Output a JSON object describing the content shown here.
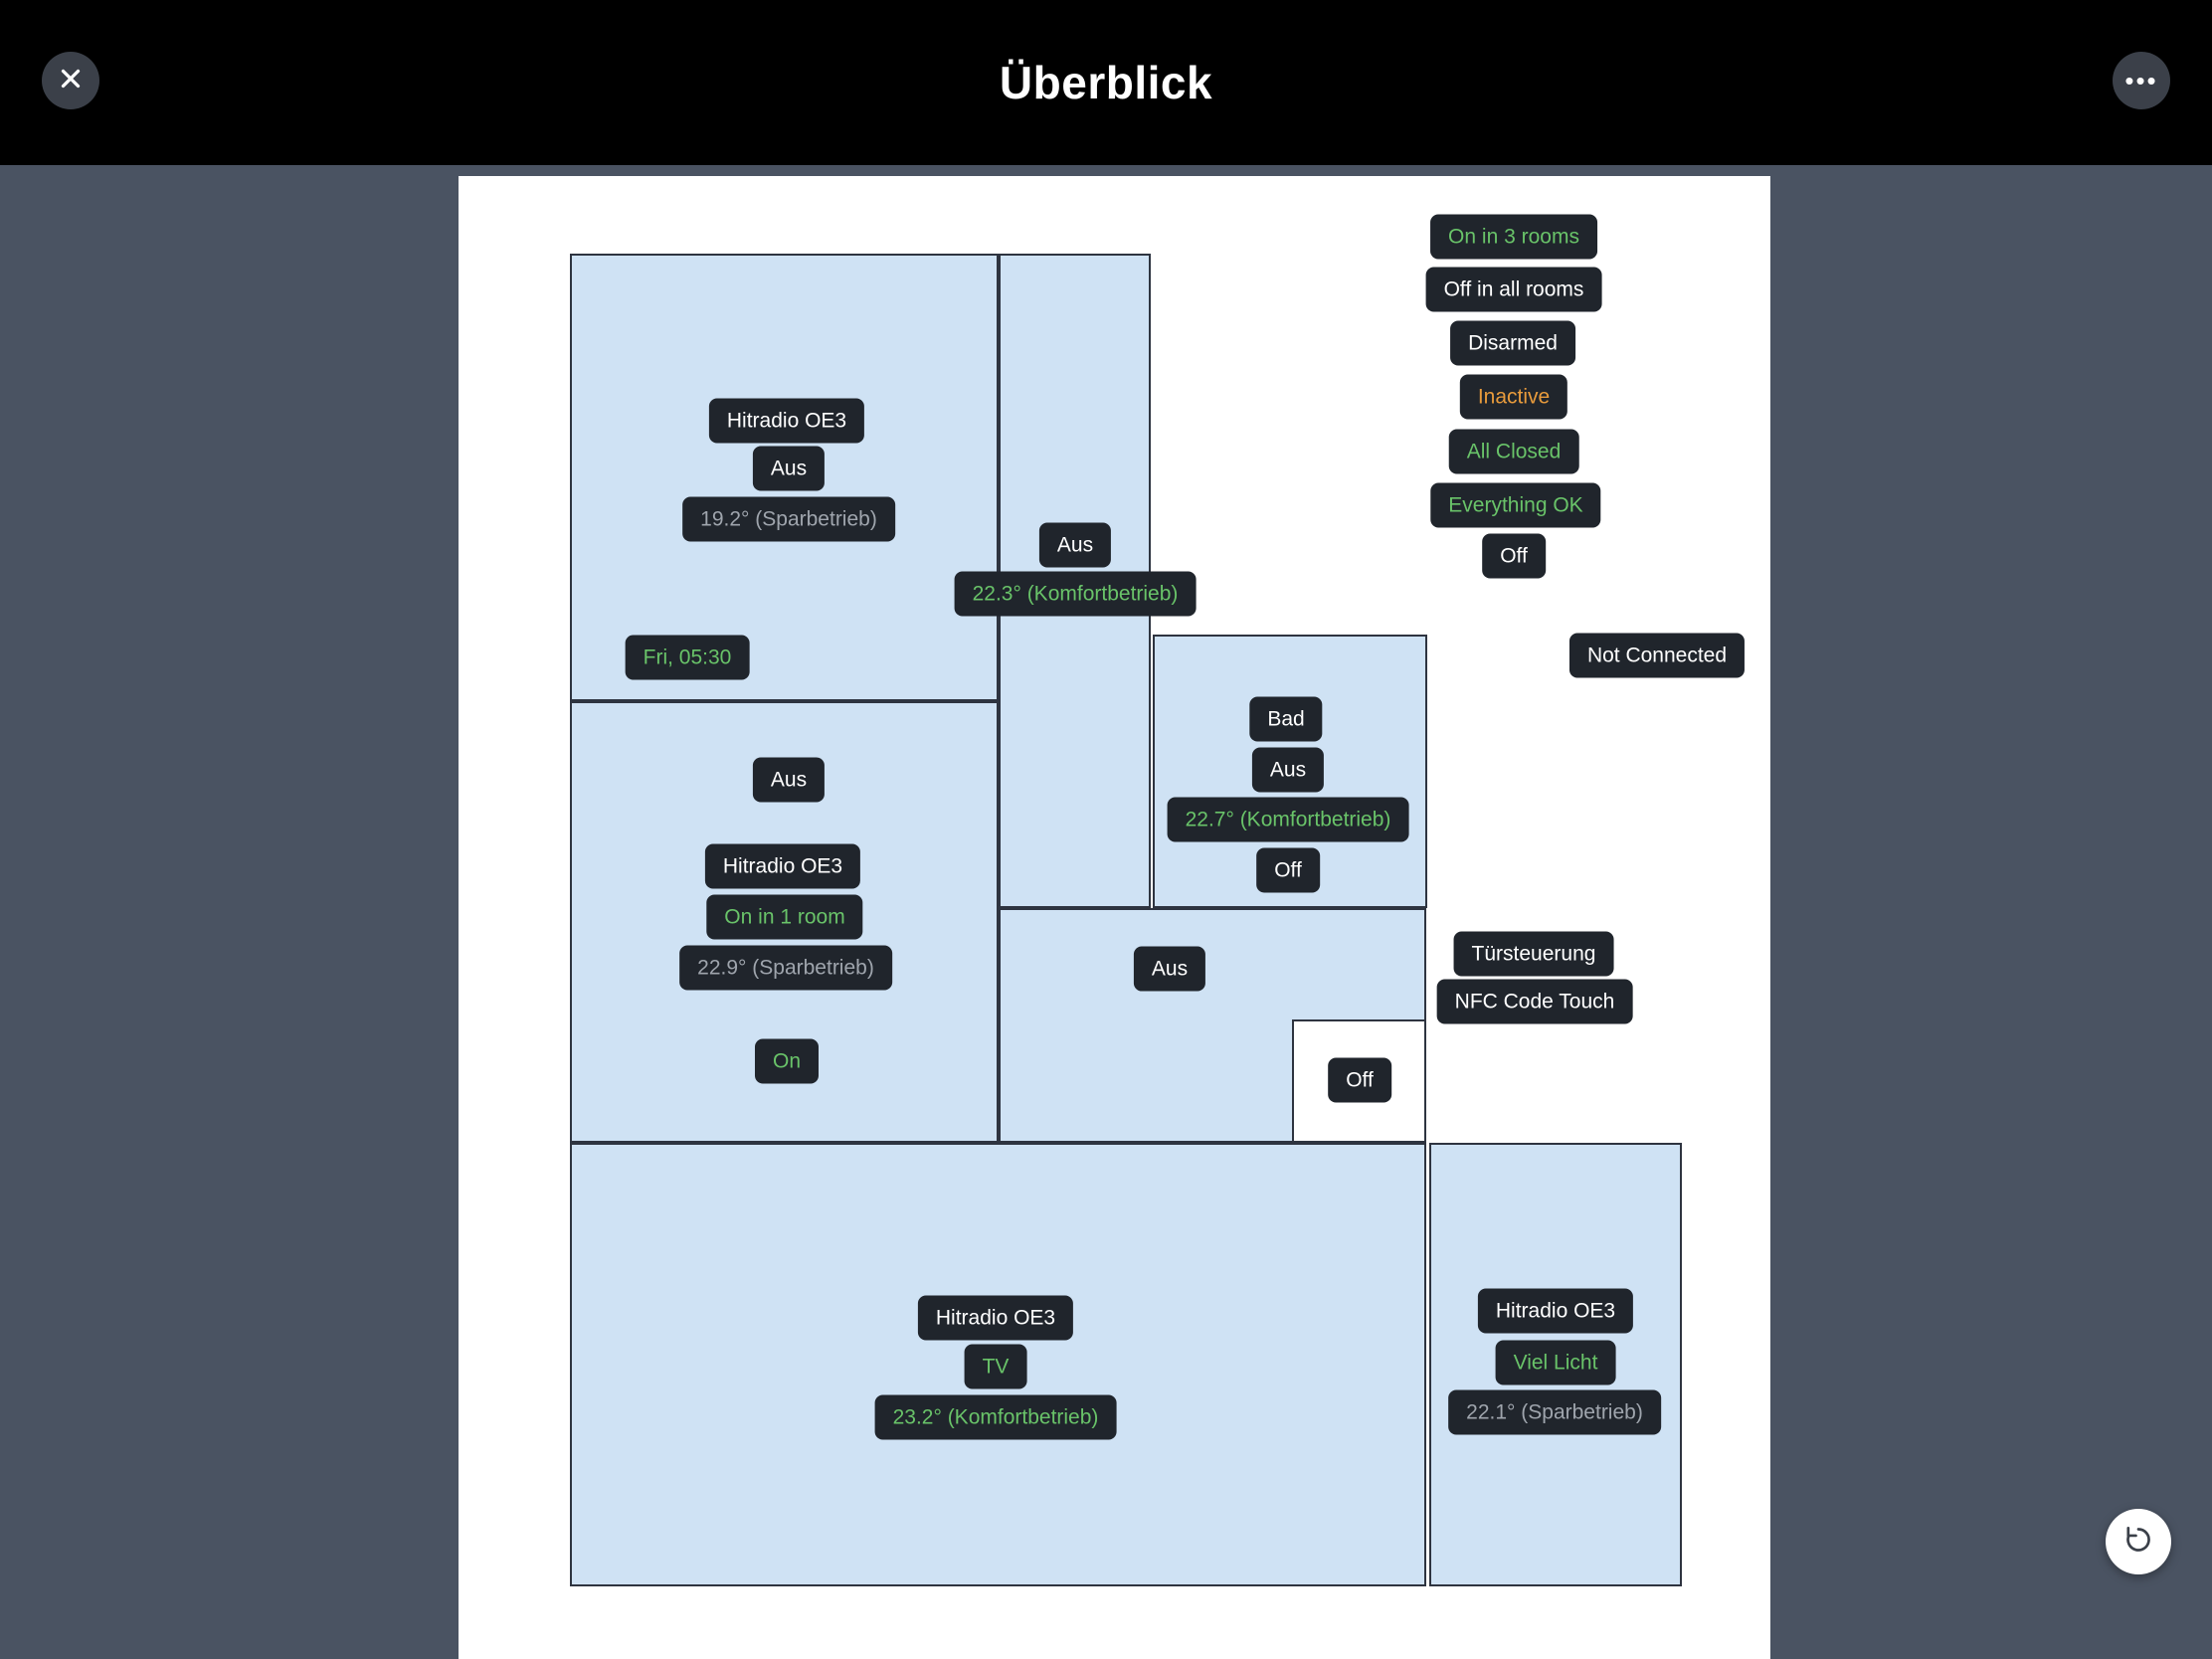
{
  "colors": {
    "header_bg": "#000000",
    "page_bg": "#4A5362",
    "panel_bg": "#FFFFFF",
    "room_fill": "#CFE2F4",
    "room_border": "#2E3440",
    "badge_bg": "#20252C",
    "badge_text": "#FFFFFF",
    "green": "#69C369",
    "orange": "#E89B3C",
    "gray": "#9FA5AD"
  },
  "header": {
    "title": "Überblick",
    "more_icon": "•••"
  },
  "status_panel": {
    "items": [
      {
        "label": "On in 3 rooms",
        "tone": "green"
      },
      {
        "label": "Off in all rooms",
        "tone": "default"
      },
      {
        "label": "Disarmed",
        "tone": "default"
      },
      {
        "label": "Inactive",
        "tone": "orange"
      },
      {
        "label": "All Closed",
        "tone": "green"
      },
      {
        "label": "Everything OK",
        "tone": "green"
      },
      {
        "label": "Off",
        "tone": "default"
      }
    ],
    "not_connected": "Not Connected"
  },
  "door": {
    "controller": "Türsteuerung",
    "nfc": "NFC Code Touch"
  },
  "rooms": {
    "top_left": {
      "radio": "Hitradio OE3",
      "music": "Aus",
      "temp": "19.2° (Sparbetrieb)",
      "alarm": "Fri, 05:30"
    },
    "hall": {
      "music": "Aus",
      "temp": "22.3° (Komfortbetrieb)"
    },
    "bad": {
      "name": "Bad",
      "music": "Aus",
      "temp": "22.7° (Komfortbetrieb)",
      "switch": "Off"
    },
    "mid_left": {
      "music": "Aus",
      "radio": "Hitradio OE3",
      "lights": "On in 1 room",
      "temp": "22.9° (Sparbetrieb)",
      "state": "On"
    },
    "mid_center": {
      "music": "Aus",
      "switch": "Off"
    },
    "bottom_main": {
      "radio": "Hitradio OE3",
      "source": "TV",
      "temp": "23.2° (Komfortbetrieb)"
    },
    "bottom_right": {
      "radio": "Hitradio OE3",
      "lights": "Viel Licht",
      "temp": "22.1° (Sparbetrieb)"
    }
  }
}
